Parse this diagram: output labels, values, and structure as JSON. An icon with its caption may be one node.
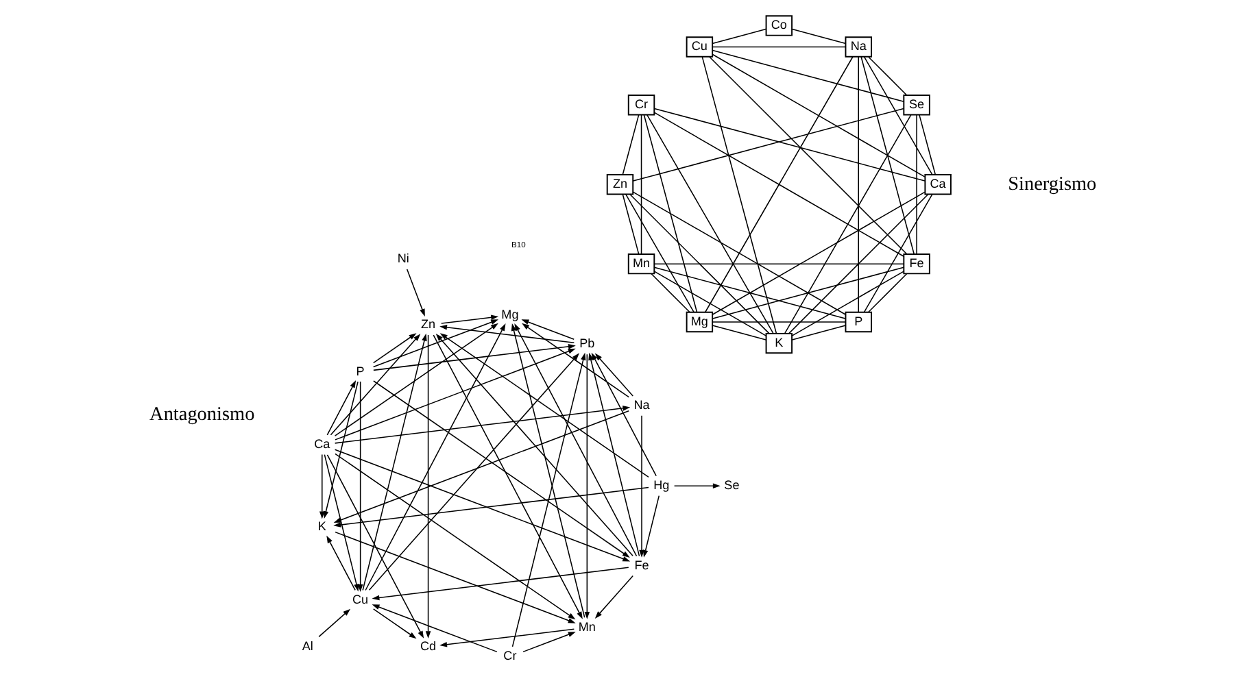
{
  "diagram": {
    "nodes": [
      {
        "text": [
          "Ca"
        ]
      },
      {
        "text": [
          "Hg"
        ]
      },
      {
        "text": [
          "Se"
        ]
      },
      {
        "text": [
          "Ni"
        ]
      },
      {
        "text": [
          "Cr"
        ]
      },
      {
        "text": [
          "P"
        ]
      },
      {
        "text": [
          "Fe"
        ]
      },
      {
        "text": [
          "Na"
        ]
      },
      {
        "text": [
          "Cu"
        ]
      },
      {
        "text": [
          "Pb"
        ]
      },
      {
        "text": [
          "K"
        ]
      },
      {
        "text": [
          "Zn"
        ]
      },
      {
        "text": [
          "Mn"
        ]
      },
      {
        "text": [
          "Cd"
        ]
      },
      {
        "text": [
          "Al"
        ]
      },
      {
        "text": [
          "Mg"
        ]
      },
      {
        "text": [
          "Ca"
        ]
      },
      {
        "text": [
          "Zn"
        ]
      },
      {
        "text": [
          "Fe"
        ]
      },
      {
        "text": [
          "K"
        ]
      },
      {
        "text": [
          "Co"
        ]
      },
      {
        "text": [
          "Mn"
        ]
      },
      {
        "text": [
          "Na"
        ]
      },
      {
        "text": [
          "Se"
        ]
      },
      {
        "text": [
          "Cr"
        ]
      },
      {
        "text": [
          "Cu"
        ]
      },
      {
        "text": [
          "P"
        ]
      },
      {
        "text": [
          "Mg"
        ]
      }
    ],
    "edges": [
      {
        "from": 0,
        "to": 15,
        "arrow": "to"
      },
      {
        "from": 0,
        "to": 5,
        "arrow": "to"
      },
      {
        "from": 0,
        "to": 11,
        "arrow": "to"
      },
      {
        "from": 0,
        "to": 6,
        "arrow": "to"
      },
      {
        "from": 0,
        "to": 12,
        "arrow": "to"
      },
      {
        "from": 0,
        "to": 10,
        "arrow": "to"
      },
      {
        "from": 0,
        "to": 8,
        "arrow": "to"
      },
      {
        "from": 0,
        "to": 9,
        "arrow": "to"
      },
      {
        "from": 0,
        "to": 13,
        "arrow": "to"
      },
      {
        "from": 0,
        "to": 7,
        "arrow": "to"
      },
      {
        "from": 1,
        "to": 2,
        "arrow": "to"
      },
      {
        "from": 1,
        "to": 11,
        "arrow": "to"
      },
      {
        "from": 1,
        "to": 6,
        "arrow": "to"
      },
      {
        "from": 1,
        "to": 10,
        "arrow": "to"
      },
      {
        "from": 1,
        "to": 9,
        "arrow": "to"
      },
      {
        "from": 3,
        "to": 11,
        "arrow": "to"
      },
      {
        "from": 4,
        "to": 12,
        "arrow": "to"
      },
      {
        "from": 4,
        "to": 8,
        "arrow": "to"
      },
      {
        "from": 4,
        "to": 9,
        "arrow": "to"
      },
      {
        "from": 5,
        "to": 6,
        "arrow": "to"
      },
      {
        "from": 5,
        "to": 8,
        "arrow": "to"
      },
      {
        "from": 5,
        "to": 10,
        "arrow": "to"
      },
      {
        "from": 5,
        "to": 11,
        "arrow": "to"
      },
      {
        "from": 5,
        "to": 15,
        "arrow": "to"
      },
      {
        "from": 5,
        "to": 9,
        "arrow": "to"
      },
      {
        "from": 6,
        "to": 11,
        "arrow": "to"
      },
      {
        "from": 6,
        "to": 9,
        "arrow": "to"
      },
      {
        "from": 6,
        "to": 12,
        "arrow": "to"
      },
      {
        "from": 6,
        "to": 8,
        "arrow": "to"
      },
      {
        "from": 6,
        "to": 15,
        "arrow": "to"
      },
      {
        "from": 7,
        "to": 10,
        "arrow": "to"
      },
      {
        "from": 7,
        "to": 9,
        "arrow": "to"
      },
      {
        "from": 7,
        "to": 15,
        "arrow": "to"
      },
      {
        "from": 7,
        "to": 6,
        "arrow": "to"
      },
      {
        "from": 8,
        "to": 11,
        "arrow": "to"
      },
      {
        "from": 8,
        "to": 9,
        "arrow": "to"
      },
      {
        "from": 8,
        "to": 15,
        "arrow": "to"
      },
      {
        "from": 8,
        "to": 13,
        "arrow": "to"
      },
      {
        "from": 8,
        "to": 10,
        "arrow": "to"
      },
      {
        "from": 9,
        "to": 12,
        "arrow": "to"
      },
      {
        "from": 9,
        "to": 11,
        "arrow": "to"
      },
      {
        "from": 9,
        "to": 15,
        "arrow": "to"
      },
      {
        "from": 11,
        "to": 12,
        "arrow": "to"
      },
      {
        "from": 11,
        "to": 15,
        "arrow": "to"
      },
      {
        "from": 11,
        "to": 13,
        "arrow": "to"
      },
      {
        "from": 12,
        "to": 13,
        "arrow": "to"
      },
      {
        "from": 12,
        "to": 15,
        "arrow": "to"
      },
      {
        "from": 14,
        "to": 8,
        "arrow": "to"
      },
      {
        "from": 10,
        "to": 12,
        "arrow": "to"
      },
      {
        "from": 16,
        "to": 27,
        "arrow": "none"
      },
      {
        "from": 16,
        "to": 23,
        "arrow": "none"
      },
      {
        "from": 16,
        "to": 25,
        "arrow": "none"
      },
      {
        "from": 16,
        "to": 19,
        "arrow": "none"
      },
      {
        "from": 16,
        "to": 22,
        "arrow": "none"
      },
      {
        "from": 16,
        "to": 26,
        "arrow": "none"
      },
      {
        "from": 16,
        "to": 24,
        "arrow": "none"
      },
      {
        "from": 17,
        "to": 21,
        "arrow": "none"
      },
      {
        "from": 17,
        "to": 27,
        "arrow": "none"
      },
      {
        "from": 17,
        "to": 26,
        "arrow": "none"
      },
      {
        "from": 17,
        "to": 19,
        "arrow": "none"
      },
      {
        "from": 17,
        "to": 24,
        "arrow": "none"
      },
      {
        "from": 17,
        "to": 23,
        "arrow": "none"
      },
      {
        "from": 18,
        "to": 19,
        "arrow": "none"
      },
      {
        "from": 18,
        "to": 22,
        "arrow": "none"
      },
      {
        "from": 18,
        "to": 26,
        "arrow": "none"
      },
      {
        "from": 18,
        "to": 24,
        "arrow": "none"
      },
      {
        "from": 18,
        "to": 27,
        "arrow": "none"
      },
      {
        "from": 18,
        "to": 25,
        "arrow": "none"
      },
      {
        "from": 18,
        "to": 23,
        "arrow": "none"
      },
      {
        "from": 18,
        "to": 21,
        "arrow": "none"
      },
      {
        "from": 19,
        "to": 21,
        "arrow": "none"
      },
      {
        "from": 19,
        "to": 23,
        "arrow": "none"
      },
      {
        "from": 19,
        "to": 27,
        "arrow": "none"
      },
      {
        "from": 19,
        "to": 26,
        "arrow": "none"
      },
      {
        "from": 19,
        "to": 24,
        "arrow": "none"
      },
      {
        "from": 19,
        "to": 25,
        "arrow": "none"
      },
      {
        "from": 20,
        "to": 22,
        "arrow": "none"
      },
      {
        "from": 20,
        "to": 25,
        "arrow": "none"
      },
      {
        "from": 21,
        "to": 26,
        "arrow": "none"
      },
      {
        "from": 21,
        "to": 27,
        "arrow": "none"
      },
      {
        "from": 21,
        "to": 24,
        "arrow": "none"
      },
      {
        "from": 23,
        "to": 22,
        "arrow": "none"
      },
      {
        "from": 23,
        "to": 25,
        "arrow": "none"
      },
      {
        "from": 25,
        "to": 22,
        "arrow": "none"
      },
      {
        "from": 22,
        "to": 27,
        "arrow": "none"
      },
      {
        "from": 22,
        "to": 26,
        "arrow": "none"
      },
      {
        "from": 24,
        "to": 27,
        "arrow": "none"
      },
      {
        "from": 26,
        "to": 27,
        "arrow": "none"
      }
    ],
    "labels": [
      "Antagonismo",
      "Sinergismo",
      "B10"
    ]
  }
}
